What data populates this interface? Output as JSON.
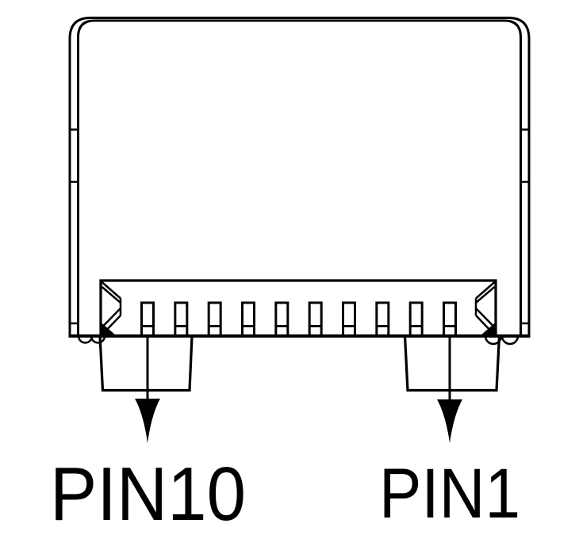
{
  "diagram": {
    "labels": {
      "pin10": "PIN10",
      "pin1": "PIN1"
    },
    "pins": {
      "count": 10
    },
    "arrows": [
      {
        "points_to": "leftmost pin",
        "label": "PIN10"
      },
      {
        "points_to": "rightmost pin",
        "label": "PIN1"
      }
    ],
    "colors": {
      "line": "#000000",
      "background": "#ffffff"
    }
  }
}
